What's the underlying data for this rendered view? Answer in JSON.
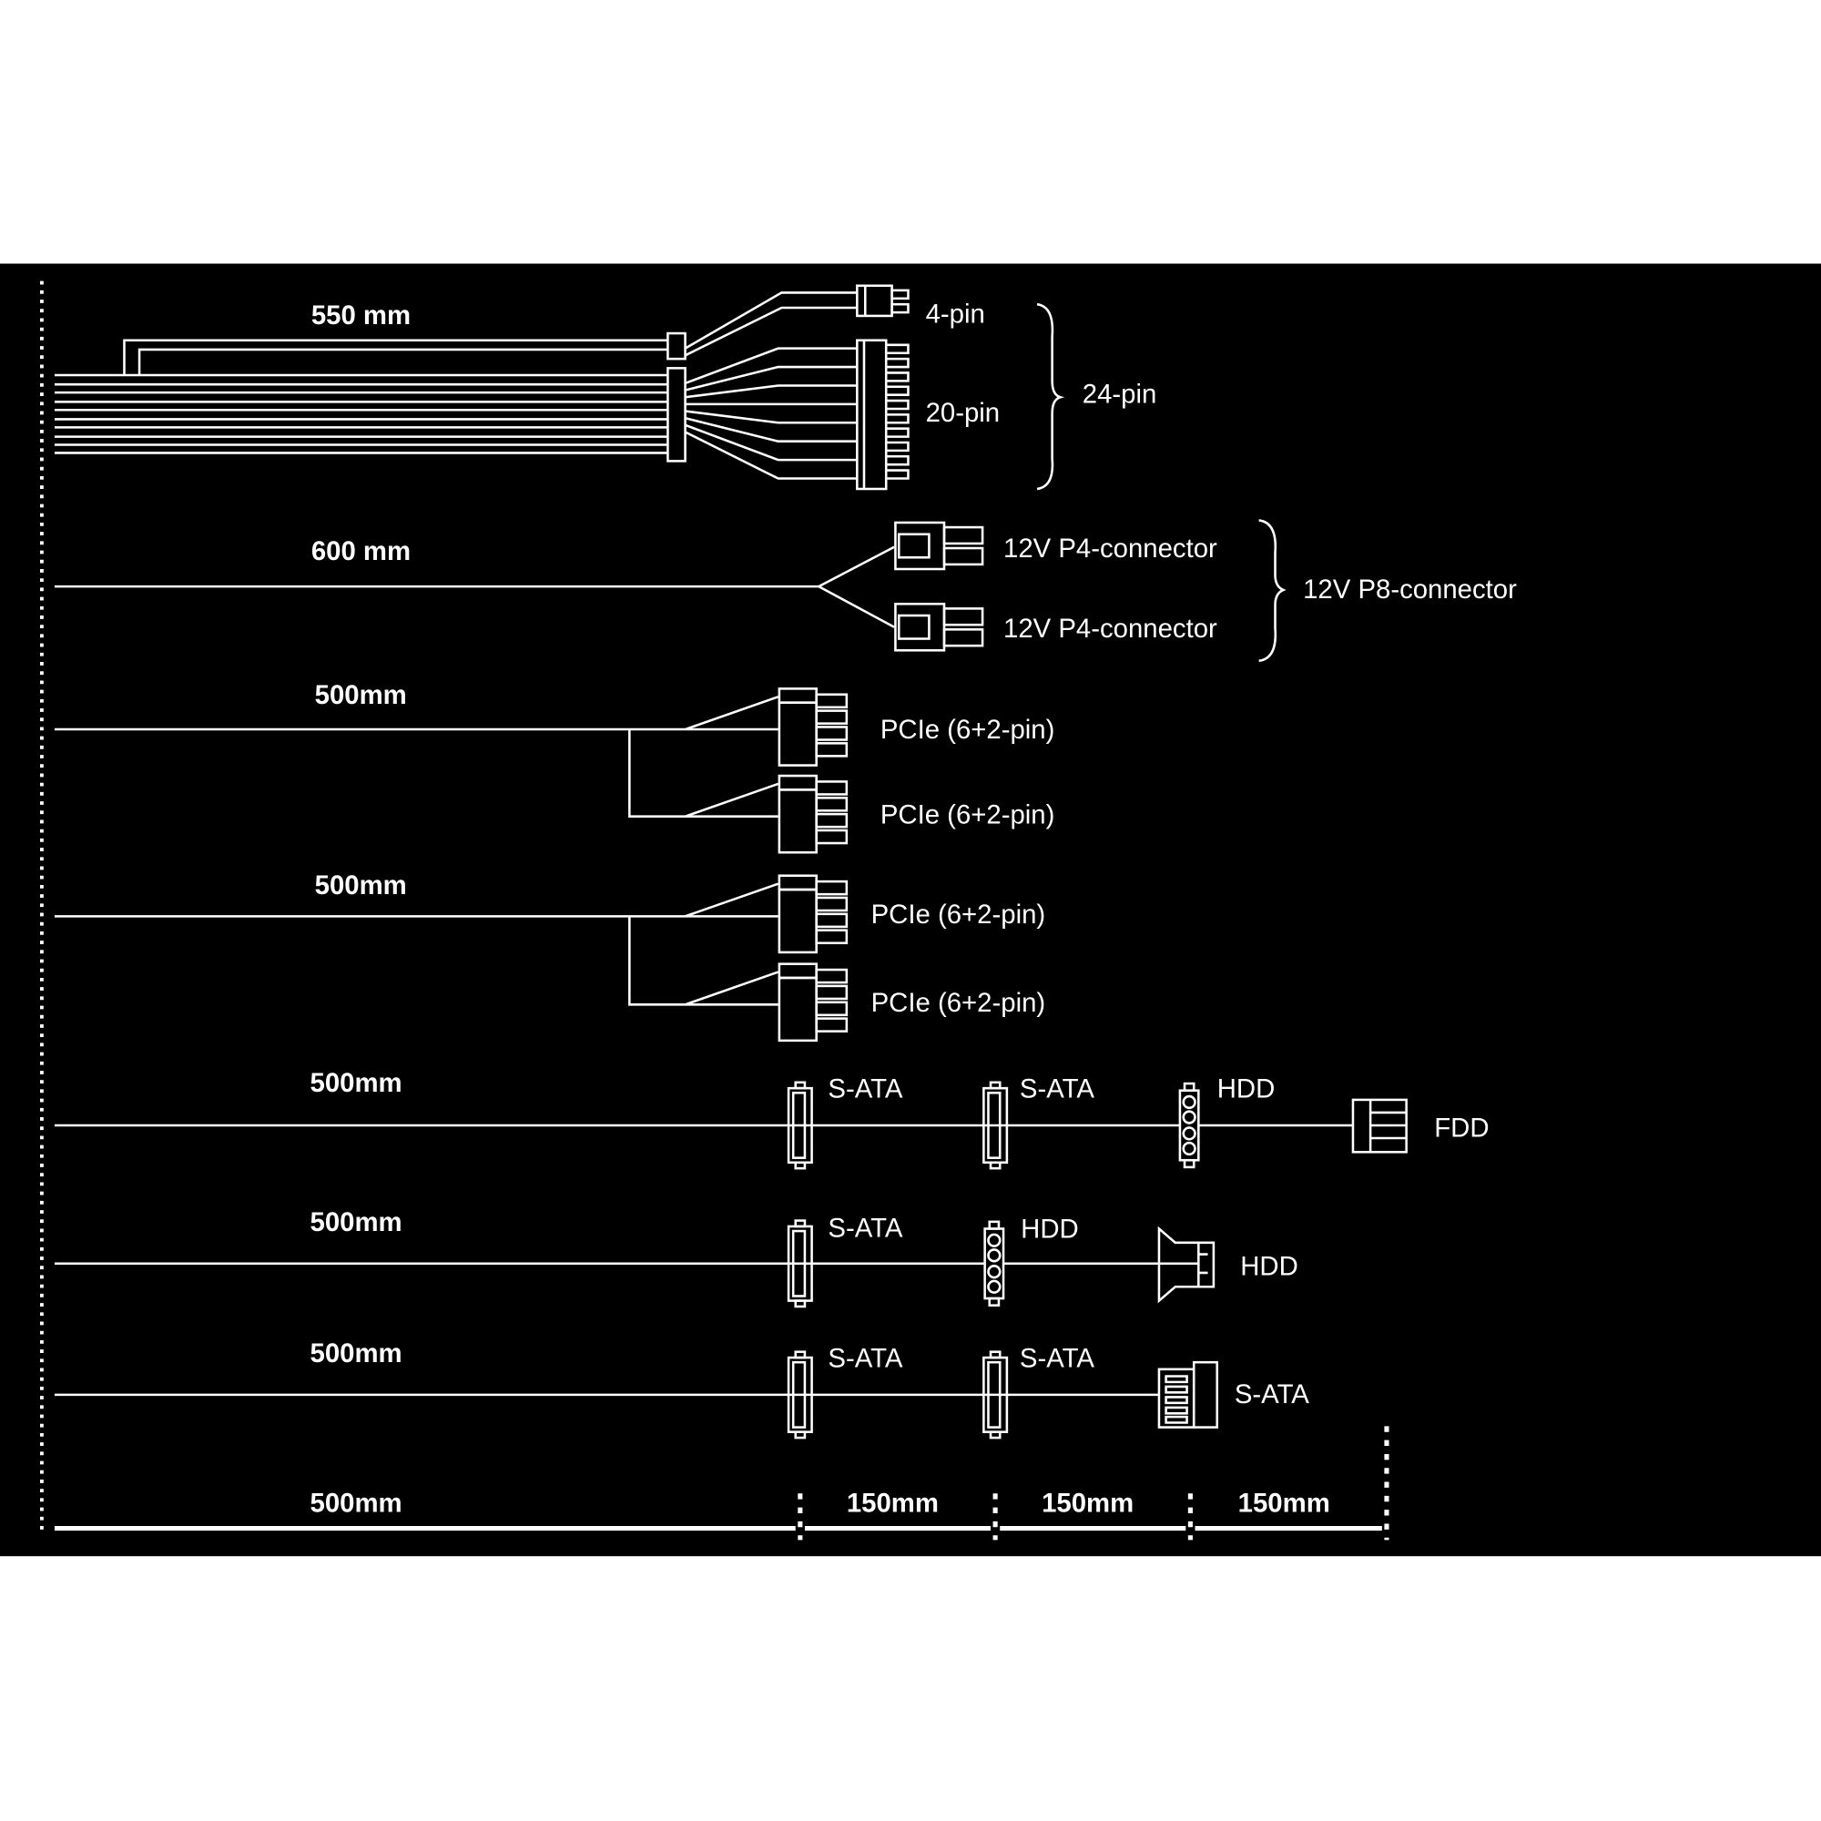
{
  "colors": {
    "background": "#000000",
    "lines": "#ffffff",
    "page": "#ffffff"
  },
  "atx": {
    "length": "550 mm",
    "pin4": "4-pin",
    "pin20": "20-pin",
    "pin24": "24-pin"
  },
  "cpu": {
    "length": "600 mm",
    "p4a": "12V P4-connector",
    "p4b": "12V P4-connector",
    "p8": "12V P8-connector"
  },
  "pcie1": {
    "length": "500mm",
    "c1": "PCIe (6+2-pin)",
    "c2": "PCIe (6+2-pin)"
  },
  "pcie2": {
    "length": "500mm",
    "c1": "PCIe (6+2-pin)",
    "c2": "PCIe (6+2-pin)"
  },
  "peri1": {
    "length": "500mm",
    "c1": "S-ATA",
    "c2": "S-ATA",
    "c3": "HDD",
    "c4": "FDD"
  },
  "peri2": {
    "length": "500mm",
    "c1": "S-ATA",
    "c2": "HDD",
    "c3": "HDD"
  },
  "peri3": {
    "length": "500mm",
    "c1": "S-ATA",
    "c2": "S-ATA",
    "c3": "S-ATA"
  },
  "scale": {
    "first": "500mm",
    "seg1": "150mm",
    "seg2": "150mm",
    "seg3": "150mm"
  }
}
